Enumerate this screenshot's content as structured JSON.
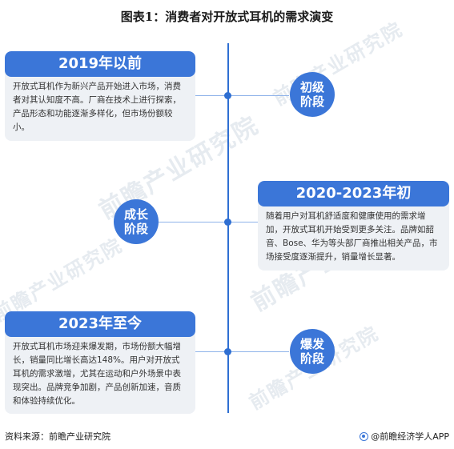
{
  "title": "图表1：消费者对开放式耳机的需求演变",
  "watermark_text": "前瞻产业研究院",
  "stages": [
    {
      "period": "2019年以前",
      "description": "开放式耳机作为新兴产品开始进入市场，消费者对其认知度不高。厂商在技术上进行探索，产品形态和功能逐渐多样化，但市场份额较小。",
      "stage_label_line1": "初级",
      "stage_label_line2": "阶段"
    },
    {
      "period": "2020-2023年初",
      "description": "随着用户对耳机舒适度和健康使用的需求增加，开放式耳机开始受到更多关注。品牌如韶音、Bose、华为等头部厂商推出相关产品，市场接受度逐渐提升，销量增长显著。",
      "stage_label_line1": "成长",
      "stage_label_line2": "阶段"
    },
    {
      "period": "2023年至今",
      "description": "开放式耳机市场迎来爆发期，市场份额大幅增长，销量同比增长高达148%。用户对开放式耳机的需求激增，尤其在运动和户外场景中表现突出。品牌竞争加剧，产品创新加速，音质和体验持续优化。",
      "stage_label_line1": "爆发",
      "stage_label_line2": "阶段"
    }
  ],
  "footer": {
    "source": "资料来源：前瞻产业研究院",
    "brand": "@前瞻经济学人APP"
  }
}
